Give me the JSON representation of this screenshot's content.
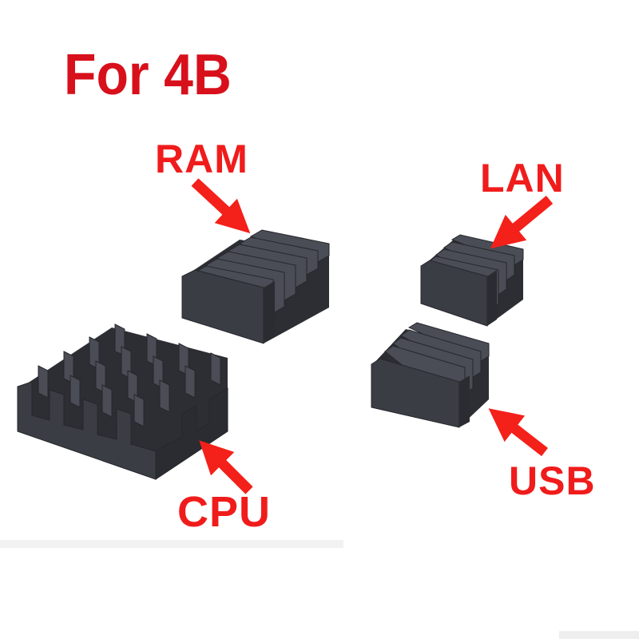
{
  "title": "For 4B",
  "labels": {
    "ram": "RAM",
    "lan": "LAN",
    "usb": "USB",
    "cpu": "CPU"
  },
  "colors": {
    "title": "#d7101b",
    "label": "#f01c1c",
    "arrow": "#f4201a",
    "heatsink_face": "#3a3d44",
    "heatsink_top": "#4a4d55",
    "heatsink_dark": "#25272c"
  },
  "icons": [
    "arrow-icon",
    "heatsink-icon"
  ]
}
